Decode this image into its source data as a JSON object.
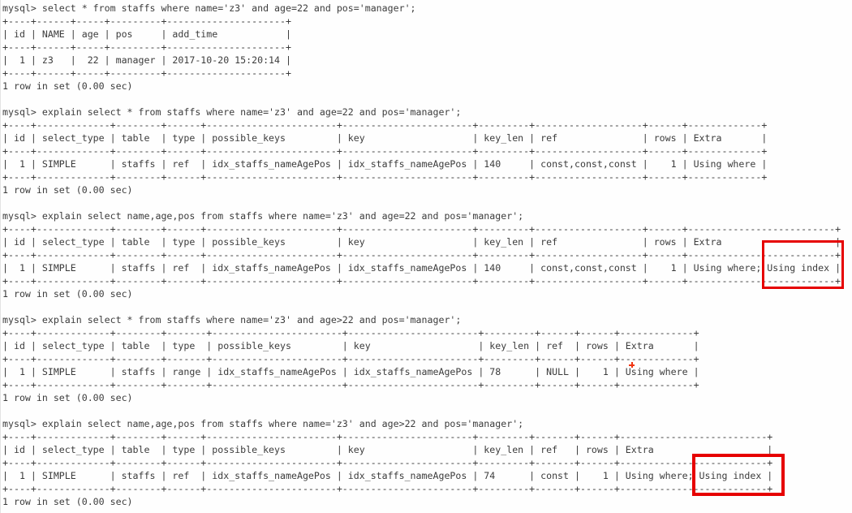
{
  "terminal": {
    "app": "mysql-command-line-client",
    "prompt": "mysql>",
    "colors": {
      "background": "#fefefe",
      "text": "#3c3c3c",
      "highlight_box": "#e60000"
    },
    "blocks": [
      {
        "query": "mysql> select * from staffs where name='z3' and age=22 and pos='manager';",
        "table_lines": [
          "+----+------+-----+---------+---------------------+",
          "| id | NAME | age | pos     | add_time            |",
          "+----+------+-----+---------+---------------------+",
          "|  1 | z3   |  22 | manager | 2017-10-20 15:20:14 |",
          "+----+------+-----+---------+---------------------+"
        ],
        "result": {
          "columns": [
            "id",
            "NAME",
            "age",
            "pos",
            "add_time"
          ],
          "rows": [
            [
              "1",
              "z3",
              "22",
              "manager",
              "2017-10-20 15:20:14"
            ]
          ]
        },
        "footer": "1 row in set (0.00 sec)"
      },
      {
        "query": "mysql> explain select * from staffs where name='z3' and age=22 and pos='manager';",
        "table_lines": [
          "+----+-------------+--------+------+-----------------------+-----------------------+---------+-------------------+------+-------------+",
          "| id | select_type | table  | type | possible_keys         | key                   | key_len | ref               | rows | Extra       |",
          "+----+-------------+--------+------+-----------------------+-----------------------+---------+-------------------+------+-------------+",
          "|  1 | SIMPLE      | staffs | ref  | idx_staffs_nameAgePos | idx_staffs_nameAgePos | 140     | const,const,const |    1 | Using where |",
          "+----+-------------+--------+------+-----------------------+-----------------------+---------+-------------------+------+-------------+"
        ],
        "result": {
          "columns": [
            "id",
            "select_type",
            "table",
            "type",
            "possible_keys",
            "key",
            "key_len",
            "ref",
            "rows",
            "Extra"
          ],
          "rows": [
            [
              "1",
              "SIMPLE",
              "staffs",
              "ref",
              "idx_staffs_nameAgePos",
              "idx_staffs_nameAgePos",
              "140",
              "const,const,const",
              "1",
              "Using where"
            ]
          ]
        },
        "footer": "1 row in set (0.00 sec)"
      },
      {
        "query": "mysql> explain select name,age,pos from staffs where name='z3' and age=22 and pos='manager';",
        "table_lines": [
          "+----+-------------+--------+------+-----------------------+-----------------------+---------+-------------------+------+--------------------------+",
          "| id | select_type | table  | type | possible_keys         | key                   | key_len | ref               | rows | Extra                    |",
          "+----+-------------+--------+------+-----------------------+-----------------------+---------+-------------------+------+--------------------------+",
          "|  1 | SIMPLE      | staffs | ref  | idx_staffs_nameAgePos | idx_staffs_nameAgePos | 140     | const,const,const |    1 | Using where; Using index |",
          "+----+-------------+--------+------+-----------------------+-----------------------+---------+-------------------+------+--------------------------+"
        ],
        "result": {
          "columns": [
            "id",
            "select_type",
            "table",
            "type",
            "possible_keys",
            "key",
            "key_len",
            "ref",
            "rows",
            "Extra"
          ],
          "rows": [
            [
              "1",
              "SIMPLE",
              "staffs",
              "ref",
              "idx_staffs_nameAgePos",
              "idx_staffs_nameAgePos",
              "140",
              "const,const,const",
              "1",
              "Using where; Using index"
            ]
          ]
        },
        "footer": "1 row in set (0.00 sec)"
      },
      {
        "query": "mysql> explain select * from staffs where name='z3' and age>22 and pos='manager';",
        "table_lines": [
          "+----+-------------+--------+-------+-----------------------+-----------------------+---------+------+------+-------------+",
          "| id | select_type | table  | type  | possible_keys         | key                   | key_len | ref  | rows | Extra       |",
          "+----+-------------+--------+-------+-----------------------+-----------------------+---------+------+------+-------------+",
          "|  1 | SIMPLE      | staffs | range | idx_staffs_nameAgePos | idx_staffs_nameAgePos | 78      | NULL |    1 | Using where |",
          "+----+-------------+--------+-------+-----------------------+-----------------------+---------+------+------+-------------+"
        ],
        "result": {
          "columns": [
            "id",
            "select_type",
            "table",
            "type",
            "possible_keys",
            "key",
            "key_len",
            "ref",
            "rows",
            "Extra"
          ],
          "rows": [
            [
              "1",
              "SIMPLE",
              "staffs",
              "range",
              "idx_staffs_nameAgePos",
              "idx_staffs_nameAgePos",
              "78",
              "NULL",
              "1",
              "Using where"
            ]
          ]
        },
        "footer": "1 row in set (0.00 sec)"
      },
      {
        "query": "mysql> explain select name,age,pos from staffs where name='z3' and age>22 and pos='manager';",
        "table_lines": [
          "+----+-------------+--------+------+-----------------------+-----------------------+---------+-------+------+--------------------------+",
          "| id | select_type | table  | type | possible_keys         | key                   | key_len | ref   | rows | Extra                    |",
          "+----+-------------+--------+------+-----------------------+-----------------------+---------+-------+------+--------------------------+",
          "|  1 | SIMPLE      | staffs | ref  | idx_staffs_nameAgePos | idx_staffs_nameAgePos | 74      | const |    1 | Using where; Using index |",
          "+----+-------------+--------+------+-----------------------+-----------------------+---------+-------+------+--------------------------+"
        ],
        "result": {
          "columns": [
            "id",
            "select_type",
            "table",
            "type",
            "possible_keys",
            "key",
            "key_len",
            "ref",
            "rows",
            "Extra"
          ],
          "rows": [
            [
              "1",
              "SIMPLE",
              "staffs",
              "ref",
              "idx_staffs_nameAgePos",
              "idx_staffs_nameAgePos",
              "74",
              "const",
              "1",
              "Using where; Using index"
            ]
          ]
        },
        "footer": "1 row in set (0.00 sec)"
      }
    ],
    "annotations": [
      {
        "type": "red-box",
        "highlights": "Using index",
        "block_index": 2
      },
      {
        "type": "red-box",
        "highlights": "Using index",
        "block_index": 4
      },
      {
        "type": "red-mark",
        "near_text": "Using where",
        "block_index": 3
      }
    ]
  }
}
